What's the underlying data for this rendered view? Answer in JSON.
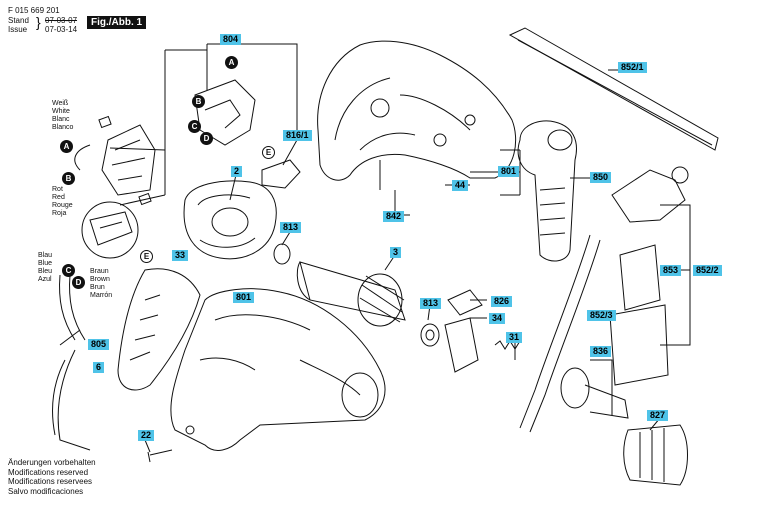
{
  "header": {
    "doc_number": "F 015 669 201",
    "stand_label": "Stand",
    "issue_label": "Issue",
    "stand_date": "07-03-07",
    "issue_date": "07-03-14",
    "figure_label": "Fig./Abb. 1"
  },
  "part_numbers": {
    "p804": "804",
    "p816_1": "816/1",
    "p852_1": "852/1",
    "p801a": "801",
    "p850": "850",
    "p44": "44",
    "p842": "842",
    "p2": "2",
    "p813a": "813",
    "p3": "3",
    "p813b": "813",
    "p826": "826",
    "p34": "34",
    "p31": "31",
    "p852_3": "852/3",
    "p853": "853",
    "p852_2": "852/2",
    "p836": "836",
    "p827": "827",
    "p33": "33",
    "p801b": "801",
    "p805": "805",
    "p6": "6",
    "p22": "22"
  },
  "callouts": {
    "a": "A",
    "b": "B",
    "c": "C",
    "d": "D",
    "e": "E"
  },
  "wire_labels": {
    "white": "Weiß\nWhite\nBlanc\nBlanco",
    "red": "Rot\nRed\nRouge\nRoja",
    "blue": "Blau\nBlue\nBleu\nAzul",
    "brown": "Braun\nBrown\nBrun\nMarrón"
  },
  "notes": [
    "Änderungen vorbehalten",
    "Modifications reserved",
    "Modifications reservees",
    "Salvo modificaciones"
  ],
  "colors": {
    "tag_bg": "#4fc3e8",
    "line": "#111111"
  }
}
